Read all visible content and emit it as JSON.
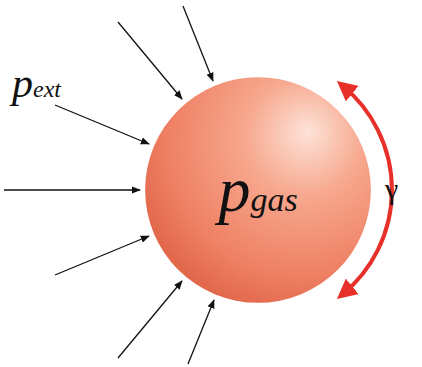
{
  "diagram": {
    "nodes": [
      {
        "text": [
          "pgas"
        ]
      }
    ],
    "labels": [
      "pext",
      "γ"
    ]
  }
}
